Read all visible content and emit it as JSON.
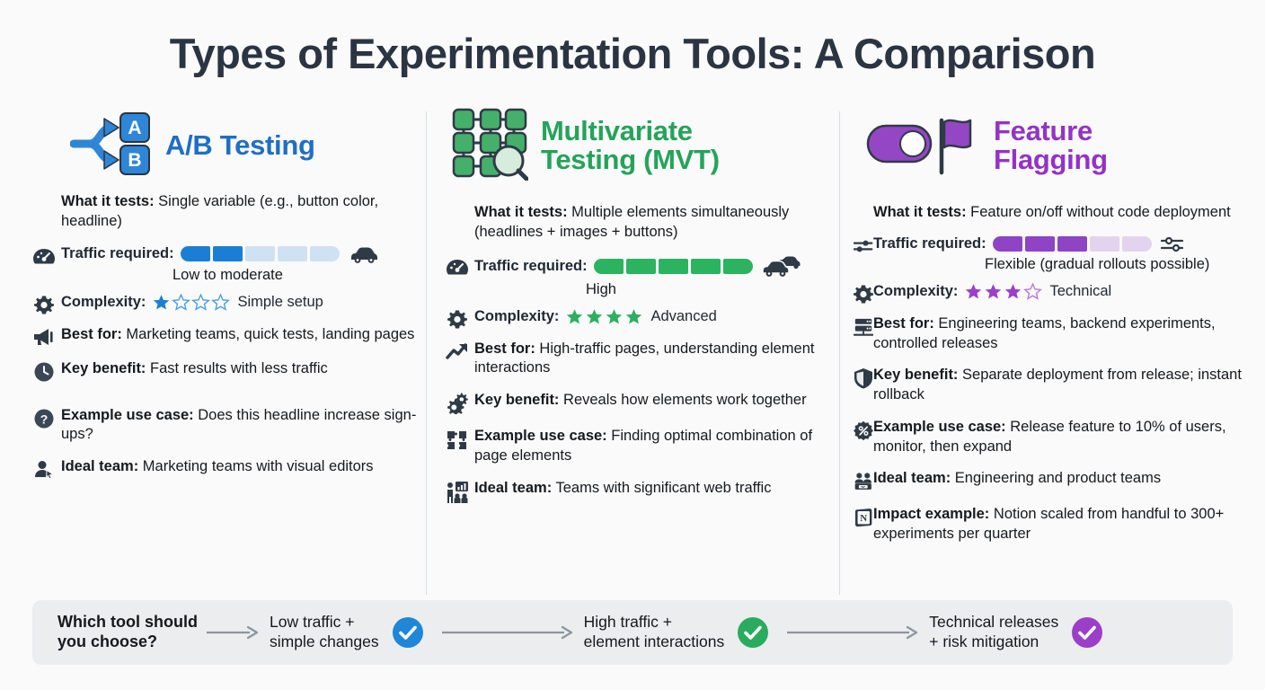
{
  "title": "Types of Experimentation Tools: A Comparison",
  "colors": {
    "ab_accent": "#1f6fc4",
    "mvt_accent": "#25a35a",
    "ff_accent": "#9333c4",
    "ab_bar_fill": "#1a7fd4",
    "ab_bar_empty": "#cfe2f3",
    "mvt_bar_fill": "#2bb35f",
    "mvt_bar_empty": "#cfe2f3",
    "ff_bar_fill": "#8e44c4",
    "ff_bar_empty": "#e3d3ef",
    "title_color": "#2b3442",
    "bottom_bar_bg": "#ebedef"
  },
  "columns": [
    {
      "key": "ab",
      "heading": "A/B Testing",
      "icon": "ab-split-icon",
      "what_it_tests_label": "What it tests:",
      "what_it_tests_value": " Single variable (e.g., button color, headline)",
      "traffic_label": "Traffic required:",
      "traffic_filled": 2,
      "traffic_total": 5,
      "traffic_caption": "Low to moderate",
      "traffic_end_icon": "car-icon",
      "complexity_label": "Complexity:",
      "complexity_filled": 1,
      "complexity_total": 4,
      "complexity_note": "Simple setup",
      "rows": [
        {
          "icon": "megaphone-icon",
          "label": "Best for:",
          "value": " Marketing teams, quick tests, landing pages"
        },
        {
          "icon": "clock-icon",
          "label": "Key benefit:",
          "value": " Fast results with less traffic"
        },
        {
          "icon": "question-circle-icon",
          "label": "Example use case:",
          "value": " Does this headline increase sign-ups?"
        },
        {
          "icon": "user-cursor-icon",
          "label": "Ideal team:",
          "value": " Marketing teams with visual editors"
        }
      ]
    },
    {
      "key": "mvt",
      "heading_line1": "Multivariate",
      "heading_line2": "Testing (MVT)",
      "icon": "grid-magnifier-icon",
      "what_it_tests_label": "What it tests:",
      "what_it_tests_value": " Multiple elements simultaneously (headlines + images + buttons)",
      "traffic_label": "Traffic required:",
      "traffic_filled": 5,
      "traffic_total": 5,
      "traffic_caption": "High",
      "traffic_end_icon": "traffic-jam-icon",
      "complexity_label": "Complexity:",
      "complexity_filled": 4,
      "complexity_total": 4,
      "complexity_note": "Advanced",
      "rows": [
        {
          "icon": "trending-up-icon",
          "label": "Best for:",
          "value": " High-traffic pages, understanding element interactions"
        },
        {
          "icon": "gears-icon",
          "label": "Key benefit:",
          "value": " Reveals how elements work together"
        },
        {
          "icon": "puzzle-icon",
          "label": "Example use case:",
          "value": " Finding optimal combination of page elements"
        },
        {
          "icon": "presentation-team-icon",
          "label": "Ideal team:",
          "value": " Teams with significant web traffic"
        }
      ]
    },
    {
      "key": "ff",
      "heading_line1": "Feature",
      "heading_line2": "Flagging",
      "icon": "toggle-flag-icon",
      "what_it_tests_label": "What it tests:",
      "what_it_tests_value": " Feature on/off without code deployment",
      "traffic_label": "Traffic required:",
      "traffic_filled": 3,
      "traffic_total": 5,
      "traffic_caption": "Flexible (gradual rollouts possible)",
      "traffic_end_icon": "sliders-icon",
      "complexity_label": "Complexity:",
      "complexity_filled": 3,
      "complexity_total": 4,
      "complexity_note": "Technical",
      "rows": [
        {
          "icon": "server-icon",
          "label": "Best for:",
          "value": " Engineering teams, backend experiments, controlled releases"
        },
        {
          "icon": "shield-icon",
          "label": "Key benefit:",
          "value": " Separate deployment from release; instant rollback"
        },
        {
          "icon": "percent-badge-icon",
          "label": "Example use case:",
          "value": " Release feature to 10% of users, monitor, then expand"
        },
        {
          "icon": "team-icon",
          "label": "Ideal team:",
          "value": " Engineering and product teams"
        },
        {
          "icon": "notion-icon",
          "label": "Impact example:",
          "value": " Notion scaled from handful to 300+ experiments per quarter"
        }
      ]
    }
  ],
  "bottom": {
    "question_line1": "Which tool should",
    "question_line2": "you choose?",
    "steps": [
      {
        "line1": "Low traffic +",
        "line2": "simple changes",
        "check_color": "#1f86d8"
      },
      {
        "line1": "High traffic +",
        "line2": "element interactions",
        "check_color": "#2bab5e"
      },
      {
        "line1": "Technical releases",
        "line2": "+ risk mitigation",
        "check_color": "#9b3fc9"
      }
    ]
  }
}
